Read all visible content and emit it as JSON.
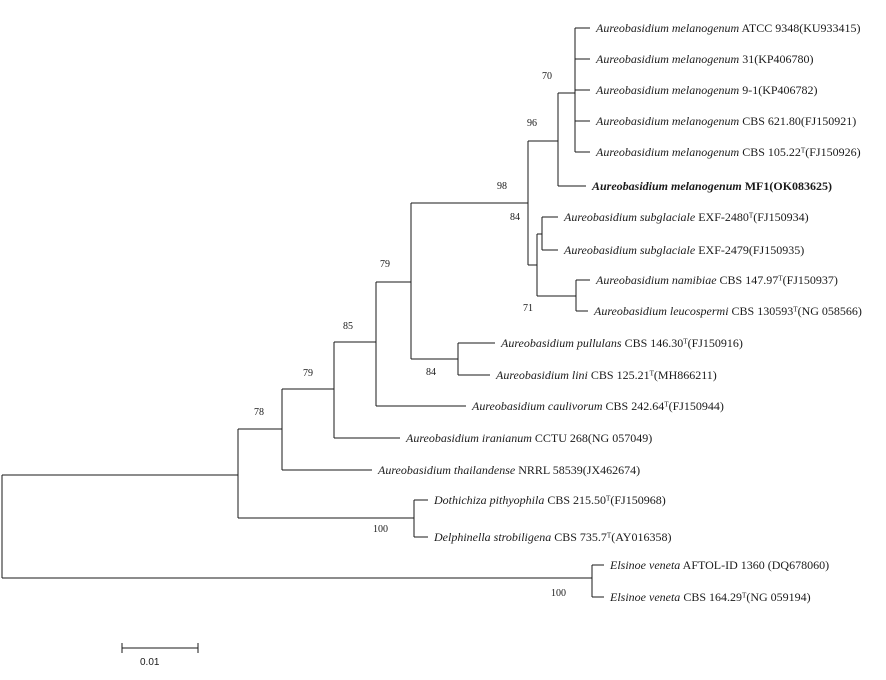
{
  "tree": {
    "taxa": [
      {
        "species": "Aureobasidium melanogenum",
        "strain": "ATCC 9348(KU933415)",
        "bold": false
      },
      {
        "species": "Aureobasidium melanogenum",
        "strain": "31(KP406780)",
        "bold": false
      },
      {
        "species": "Aureobasidium melanogenum",
        "strain": "9-1(KP406782)",
        "bold": false
      },
      {
        "species": "Aureobasidium melanogenum",
        "strain": "CBS 621.80(FJ150921)",
        "bold": false
      },
      {
        "species": "Aureobasidium melanogenum",
        "strain": "CBS 105.22ᵀ(FJ150926)",
        "bold": false
      },
      {
        "species": "Aureobasidium melanogenum",
        "strain": "MF1(OK083625)",
        "bold": true
      },
      {
        "species": "Aureobasidium subglaciale",
        "strain": "EXF-2480ᵀ(FJ150934)",
        "bold": false
      },
      {
        "species": "Aureobasidium subglaciale",
        "strain": "EXF-2479(FJ150935)",
        "bold": false
      },
      {
        "species": "Aureobasidium namibiae",
        "strain": "CBS 147.97ᵀ(FJ150937)",
        "bold": false
      },
      {
        "species": "Aureobasidium leucospermi",
        "strain": "CBS 130593ᵀ(NG 058566)",
        "bold": false
      },
      {
        "species": "Aureobasidium pullulans",
        "strain": "CBS 146.30ᵀ(FJ150916)",
        "bold": false
      },
      {
        "species": "Aureobasidium lini",
        "strain": "CBS 125.21ᵀ(MH866211)",
        "bold": false
      },
      {
        "species": "Aureobasidium caulivorum",
        "strain": "CBS 242.64ᵀ(FJ150944)",
        "bold": false
      },
      {
        "species": "Aureobasidium iranianum",
        "strain": "CCTU 268(NG 057049)",
        "bold": false
      },
      {
        "species": "Aureobasidium thailandense",
        "strain": "NRRL 58539(JX462674)",
        "bold": false
      },
      {
        "species": "Dothichiza pithyophila",
        "strain": "CBS 215.50ᵀ(FJ150968)",
        "bold": false
      },
      {
        "species": "Delphinella strobiligena",
        "strain": "CBS 735.7ᵀ(AY016358)",
        "bold": false
      },
      {
        "species": "Elsinoe veneta",
        "strain": "AFTOL-ID 1360 (DQ678060)",
        "bold": false
      },
      {
        "species": "Elsinoe veneta",
        "strain": "CBS 164.29ᵀ(NG 059194)",
        "bold": false
      }
    ],
    "bootstrap": [
      "70",
      "96",
      "98",
      "84",
      "71",
      "79",
      "84",
      "85",
      "79",
      "78",
      "100",
      "100"
    ],
    "scale_bar": {
      "label": "0.01"
    }
  }
}
